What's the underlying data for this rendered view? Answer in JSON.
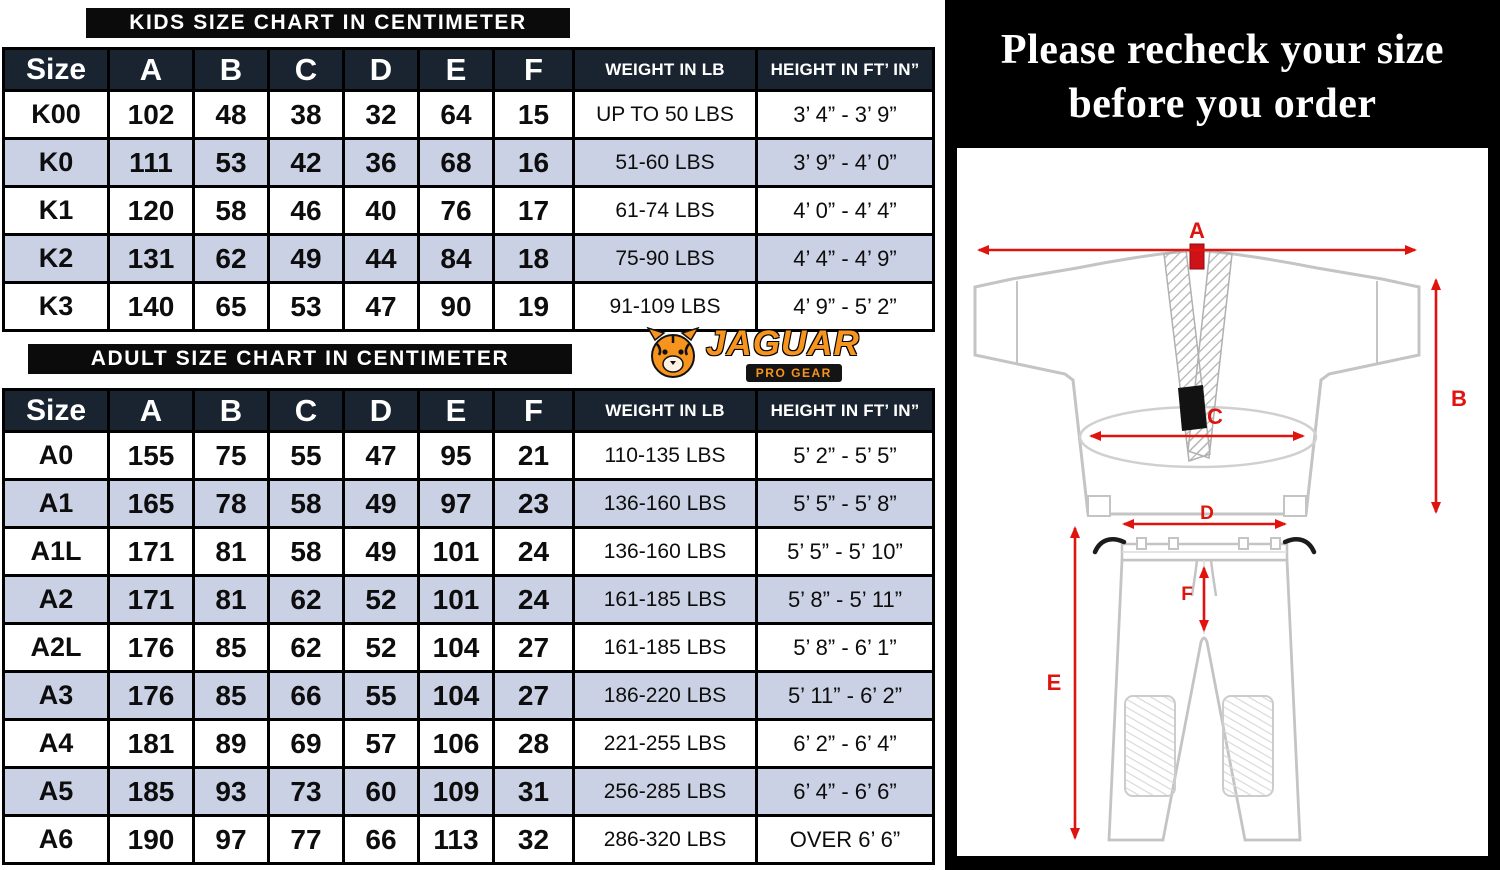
{
  "kids_chart": {
    "title": "KIDS SIZE CHART IN CENTIMETER",
    "columns": [
      "Size",
      "A",
      "B",
      "C",
      "D",
      "E",
      "F",
      "WEIGHT IN LB",
      "HEIGHT IN FT’ IN”"
    ],
    "rows": [
      [
        "K00",
        "102",
        "48",
        "38",
        "32",
        "64",
        "15",
        "UP TO 50 LBS",
        "3’ 4” - 3’ 9”"
      ],
      [
        "K0",
        "111",
        "53",
        "42",
        "36",
        "68",
        "16",
        "51-60 LBS",
        "3’ 9” - 4’ 0”"
      ],
      [
        "K1",
        "120",
        "58",
        "46",
        "40",
        "76",
        "17",
        "61-74 LBS",
        "4’ 0” - 4’ 4”"
      ],
      [
        "K2",
        "131",
        "62",
        "49",
        "44",
        "84",
        "18",
        "75-90 LBS",
        "4’ 4” - 4’ 9”"
      ],
      [
        "K3",
        "140",
        "65",
        "53",
        "47",
        "90",
        "19",
        "91-109 LBS",
        "4’ 9” - 5’ 2”"
      ]
    ]
  },
  "adult_chart": {
    "title": "ADULT SIZE CHART IN CENTIMETER",
    "columns": [
      "Size",
      "A",
      "B",
      "C",
      "D",
      "E",
      "F",
      "WEIGHT IN LB",
      "HEIGHT IN FT’ IN”"
    ],
    "rows": [
      [
        "A0",
        "155",
        "75",
        "55",
        "47",
        "95",
        "21",
        "110-135 LBS",
        "5’ 2” - 5’ 5”"
      ],
      [
        "A1",
        "165",
        "78",
        "58",
        "49",
        "97",
        "23",
        "136-160 LBS",
        "5’ 5” - 5’ 8”"
      ],
      [
        "A1L",
        "171",
        "81",
        "58",
        "49",
        "101",
        "24",
        "136-160 LBS",
        "5’ 5” - 5’ 10”"
      ],
      [
        "A2",
        "171",
        "81",
        "62",
        "52",
        "101",
        "24",
        "161-185 LBS",
        "5’ 8” - 5’ 11”"
      ],
      [
        "A2L",
        "176",
        "85",
        "62",
        "52",
        "104",
        "27",
        "161-185 LBS",
        "5’ 8” - 6’ 1”"
      ],
      [
        "A3",
        "176",
        "85",
        "66",
        "55",
        "104",
        "27",
        "186-220 LBS",
        "5’ 11” - 6’ 2”"
      ],
      [
        "A4",
        "181",
        "89",
        "69",
        "57",
        "106",
        "28",
        "221-255 LBS",
        "6’ 2” - 6’ 4”"
      ],
      [
        "A5",
        "185",
        "93",
        "73",
        "60",
        "109",
        "31",
        "256-285 LBS",
        "6’ 4” - 6’ 6”"
      ],
      [
        "A6",
        "190",
        "97",
        "77",
        "66",
        "113",
        "32",
        "286-320 LBS",
        "OVER 6’ 6”"
      ]
    ]
  },
  "logo": {
    "brand": "JAGUAR",
    "sub": "PRO GEAR"
  },
  "notice": {
    "line1": "Please recheck your size",
    "line2": "before you order"
  },
  "diagram": {
    "labels": {
      "a": "A",
      "b": "B",
      "c": "C",
      "d": "D",
      "e": "E",
      "f": "F"
    }
  },
  "colors": {
    "accent_red": "#e0140f",
    "row_shade": "#cbd1e4",
    "header_navy": "#1a2430",
    "logo_orange": "#f7941d"
  }
}
